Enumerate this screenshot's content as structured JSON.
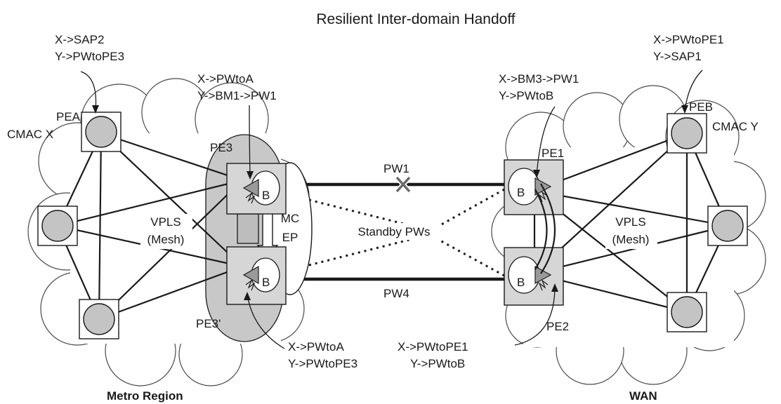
{
  "title": "Resilient Inter-domain Handoff",
  "regions": {
    "metro": "Metro Region",
    "wan": "WAN"
  },
  "nodes": {
    "pea": "PEA",
    "peb": "PEB",
    "cmac_x": "CMAC X",
    "cmac_y": "CMAC Y",
    "pe3": "PE3",
    "pe3p": "PE3'",
    "pe1": "PE1",
    "pe2": "PE2",
    "b": "B"
  },
  "links": {
    "pw1": "PW1",
    "pw4": "PW4",
    "standby": "Standby PWs",
    "mc": "MC",
    "ep": "EP"
  },
  "vpls": {
    "word": "VPLS",
    "mesh": "(Mesh)"
  },
  "fib": {
    "pea": [
      "X->SAP2",
      "Y->PWtoPE3"
    ],
    "pe3": [
      "X->PWtoA",
      "Y->BM1->PW1"
    ],
    "pe3p": [
      "X->PWtoA",
      "Y->PWtoPE3"
    ],
    "pe1": [
      "X->BM3->PW1",
      "Y->PWtoB"
    ],
    "peb": [
      "X->PWtoPE1",
      "Y->SAP1"
    ],
    "pe2": [
      "X->PWtoPE1",
      "Y->PWtoB"
    ]
  }
}
